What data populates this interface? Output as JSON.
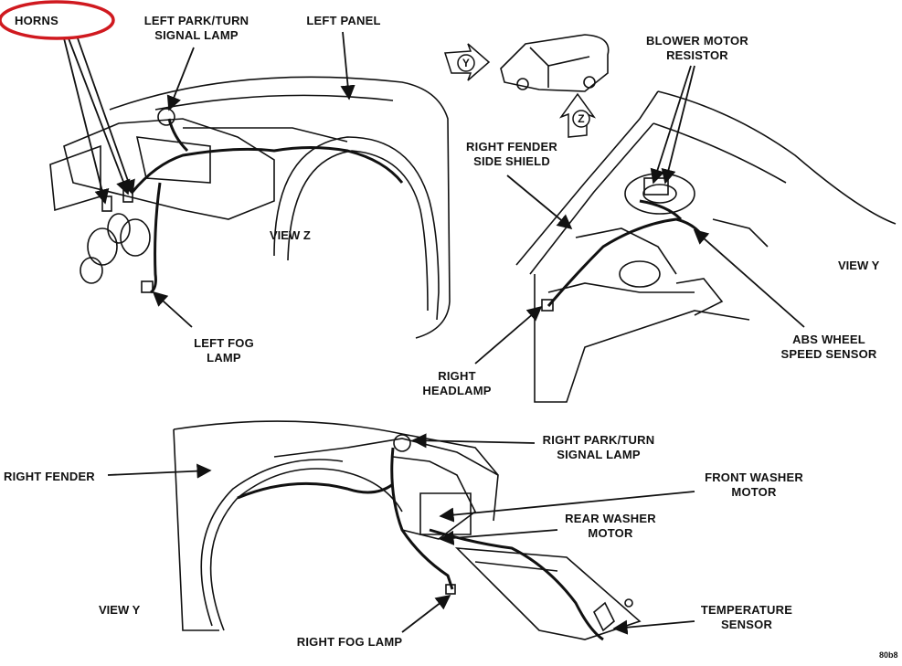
{
  "labels": {
    "horns": "HORNS",
    "left_park_turn": [
      "LEFT PARK/TURN",
      "SIGNAL LAMP"
    ],
    "left_panel": "LEFT PANEL",
    "left_fog_lamp": [
      "LEFT FOG",
      "LAMP"
    ],
    "blower_motor_resistor": [
      "BLOWER MOTOR",
      "RESISTOR"
    ],
    "right_fender_side_shield": [
      "RIGHT FENDER",
      "SIDE SHIELD"
    ],
    "abs_wheel_speed_sensor": [
      "ABS WHEEL",
      "SPEED SENSOR"
    ],
    "right_headlamp": [
      "RIGHT",
      "HEADLAMP"
    ],
    "right_park_turn": [
      "RIGHT PARK/TURN",
      "SIGNAL LAMP"
    ],
    "right_fender": "RIGHT FENDER",
    "front_washer_motor": [
      "FRONT WASHER",
      "MOTOR"
    ],
    "rear_washer_motor": [
      "REAR WASHER",
      "MOTOR"
    ],
    "right_fog_lamp": "RIGHT FOG LAMP",
    "temperature_sensor": [
      "TEMPERATURE",
      "SENSOR"
    ]
  },
  "views": {
    "view_z": "VIEW Z",
    "view_y_right": "VIEW Y",
    "view_y_bottom": "VIEW Y"
  },
  "callouts": {
    "y": "Y",
    "z": "Z"
  },
  "figure_code": "80b8",
  "colors": {
    "highlight": "#d0191f",
    "ink": "#111111"
  }
}
